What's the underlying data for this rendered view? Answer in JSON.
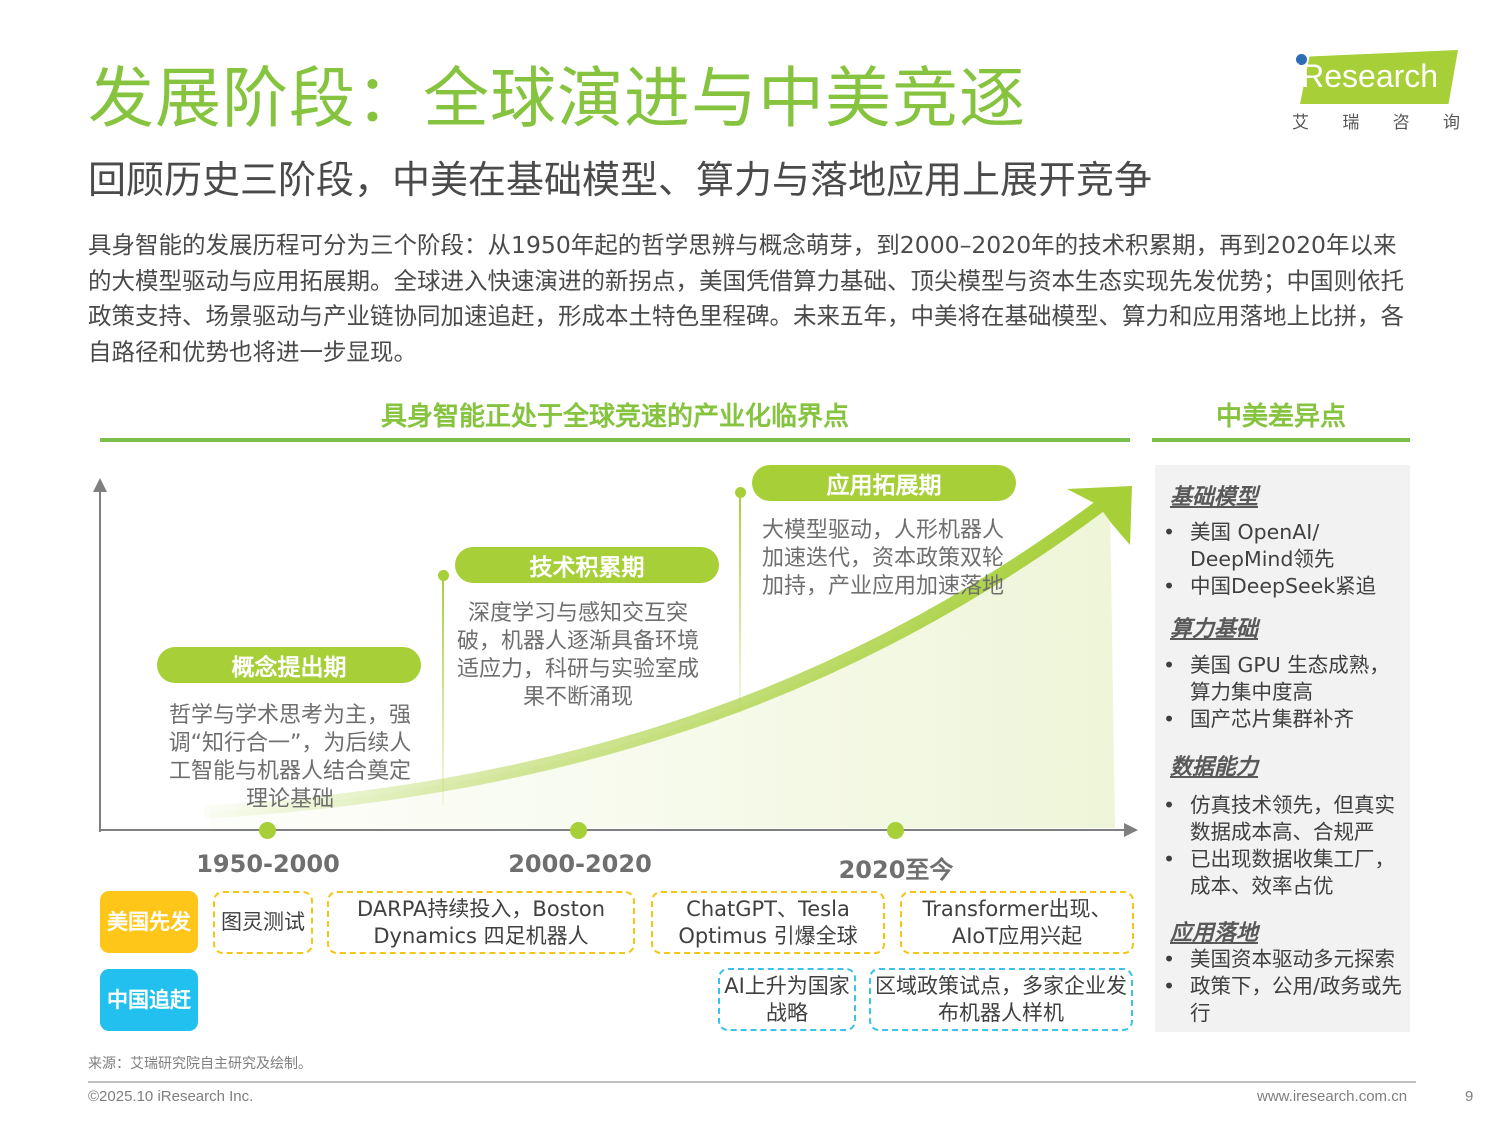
{
  "header": {
    "title": "发展阶段：全球演进与中美竞逐",
    "subtitle": "回顾历史三阶段，中美在基础模型、算力与落地应用上展开竞争",
    "logo": {
      "brand": "iResearch",
      "cn_chars": [
        "艾",
        "瑞",
        "咨",
        "询"
      ]
    }
  },
  "intro": "具身智能的发展历程可分为三个阶段：从1950年起的哲学思辨与概念萌芽，到2000–2020年的技术积累期，再到2020年以来的大模型驱动与应用拓展期。全球进入快速演进的新拐点，美国凭借算力基础、顶尖模型与资本生态实现先发优势；中国则依托政策支持、场景驱动与产业链协同加速追赶，形成本土特色里程碑。未来五年，中美将在基础模型、算力和应用落地上比拼，各自路径和优势也将进一步显现。",
  "left_section": {
    "title": "具身智能正处于全球竞速的产业化临界点",
    "stages": [
      {
        "label": "概念提出期",
        "desc": "哲学与学术思考为主，强调“知行合一”，为后续人工智能与机器人结合奠定理论基础"
      },
      {
        "label": "技术积累期",
        "desc": "深度学习与感知交互突破，机器人逐渐具备环境适应力，科研与实验室成果不断涌现"
      },
      {
        "label": "应用拓展期",
        "desc": "大模型驱动，人形机器人加速迭代，资本政策双轮加持，产业应用加速落地"
      }
    ],
    "periods": [
      "1950-2000",
      "2000-2020",
      "2020至今"
    ],
    "rows": {
      "us": {
        "tag": "美国先发",
        "items": [
          "图灵测试",
          "DARPA持续投入，Boston Dynamics 四足机器人",
          "ChatGPT、Tesla Optimus 引爆全球",
          "Transformer出现、AIoT应用兴起"
        ]
      },
      "cn": {
        "tag": "中国追赶",
        "items": [
          "AI上升为国家战略",
          "区域政策试点，多家企业发布机器人样机"
        ]
      }
    }
  },
  "right_section": {
    "title": "中美差异点",
    "groups": [
      {
        "heading": "基础模型",
        "bullets": [
          "美国 OpenAI/ DeepMind领先",
          "中国DeepSeek紧追"
        ]
      },
      {
        "heading": "算力基础",
        "bullets": [
          "美国 GPU 生态成熟，算力集中度高",
          "国产芯片集群补齐"
        ]
      },
      {
        "heading": "数据能力",
        "bullets": [
          "仿真技术领先，但真实数据成本高、合规严",
          "已出现数据收集工厂，成本、效率占优"
        ]
      },
      {
        "heading": "应用落地",
        "bullets": [
          "美国资本驱动多元探索",
          "政策下，公用/政务或先行"
        ]
      }
    ]
  },
  "footer": {
    "source": "来源：艾瑞研究院自主研究及绘制。",
    "copyright": "©2025.10 iResearch Inc.",
    "website": "www.iresearch.com.cn",
    "page": "9"
  },
  "colors": {
    "brand_green": "#86c440",
    "pill_green": "#a6cf38",
    "us_yellow": "#ffc61a",
    "cn_blue": "#22c0ee",
    "panel_bg": "#f2f2f2"
  }
}
